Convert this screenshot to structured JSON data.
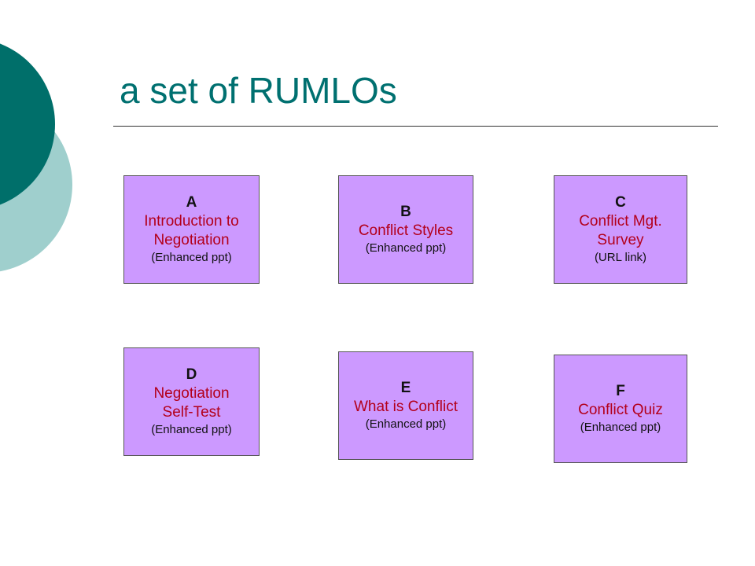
{
  "slide": {
    "title": "a set of RUMLOs",
    "colors": {
      "title": "#007070",
      "dark_teal_circle": "#006f6a",
      "light_teal_circle": "#9fcfcd",
      "box_fill": "#cc99ff",
      "box_name_text": "#b3001b"
    }
  },
  "boxes": [
    {
      "letter": "A",
      "name_lines": [
        "Introduction to",
        "Negotiation"
      ],
      "type": "(Enhanced ppt)"
    },
    {
      "letter": "B",
      "name_lines": [
        "Conflict Styles"
      ],
      "type": "(Enhanced ppt)"
    },
    {
      "letter": "C",
      "name_lines": [
        "Conflict Mgt.",
        "Survey"
      ],
      "type": "(URL link)"
    },
    {
      "letter": "D",
      "name_lines": [
        "Negotiation",
        "Self-Test"
      ],
      "type": "(Enhanced ppt)"
    },
    {
      "letter": "E",
      "name_lines": [
        "What is Conflict"
      ],
      "type": "(Enhanced ppt)"
    },
    {
      "letter": "F",
      "name_lines": [
        "Conflict Quiz"
      ],
      "type": "(Enhanced ppt)"
    }
  ]
}
